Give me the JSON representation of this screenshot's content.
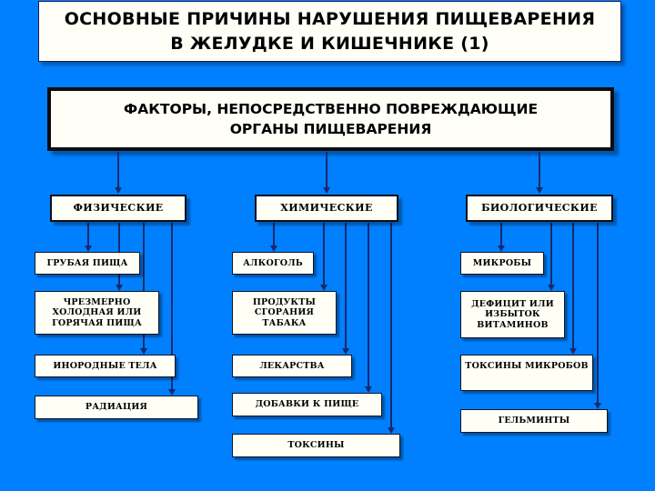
{
  "title": {
    "line1": "ОСНОВНЫЕ ПРИЧИНЫ НАРУШЕНИЯ ПИЩЕВАРЕНИЯ",
    "line2": "В ЖЕЛУДКЕ И КИШЕЧНИКЕ (1)"
  },
  "header": {
    "line1": "ФАКТОРЫ, НЕПОСРЕДСТВЕННО ПОВРЕЖДАЮЩИЕ",
    "line2": "ОРГАНЫ  ПИЩЕВАРЕНИЯ"
  },
  "categories": [
    {
      "id": "physical",
      "label": "ФИЗИЧЕСКИЕ"
    },
    {
      "id": "chemical",
      "label": "ХИМИЧЕСКИЕ"
    },
    {
      "id": "biological",
      "label": "БИОЛОГИЧЕСКИЕ"
    }
  ],
  "columns": {
    "physical": [
      {
        "lines": [
          "ГРУБАЯ ПИЩА"
        ]
      },
      {
        "lines": [
          "ЧРЕЗМЕРНО",
          "ХОЛОДНАЯ ИЛИ",
          "ГОРЯЧАЯ ПИЩА"
        ]
      },
      {
        "lines": [
          "ИНОРОДНЫЕ ТЕЛА"
        ]
      },
      {
        "lines": [
          "РАДИАЦИЯ"
        ]
      }
    ],
    "chemical": [
      {
        "lines": [
          "АЛКОГОЛЬ"
        ]
      },
      {
        "lines": [
          "ПРОДУКТЫ",
          "СГОРАНИЯ",
          "ТАБАКА"
        ]
      },
      {
        "lines": [
          "ЛЕКАРСТВА"
        ]
      },
      {
        "lines": [
          "ДОБАВКИ К ПИЩЕ"
        ]
      },
      {
        "lines": [
          "ТОКСИНЫ"
        ]
      }
    ],
    "biological": [
      {
        "lines": [
          "МИКРОБЫ"
        ]
      },
      {
        "lines": [
          "ДЕФИЦИТ ИЛИ",
          "ИЗБЫТОК",
          "ВИТАМИНОВ"
        ]
      },
      {
        "lines": [
          "ТОКСИНЫ МИКРОБОВ"
        ]
      },
      {
        "lines": [
          "ГЕЛЬМИНТЫ"
        ]
      }
    ]
  },
  "colors": {
    "background": "#0080ff",
    "box_fill": "#fffff6",
    "box_border": "#0d0d16",
    "connector": "#172a6e",
    "text": "#000000"
  }
}
